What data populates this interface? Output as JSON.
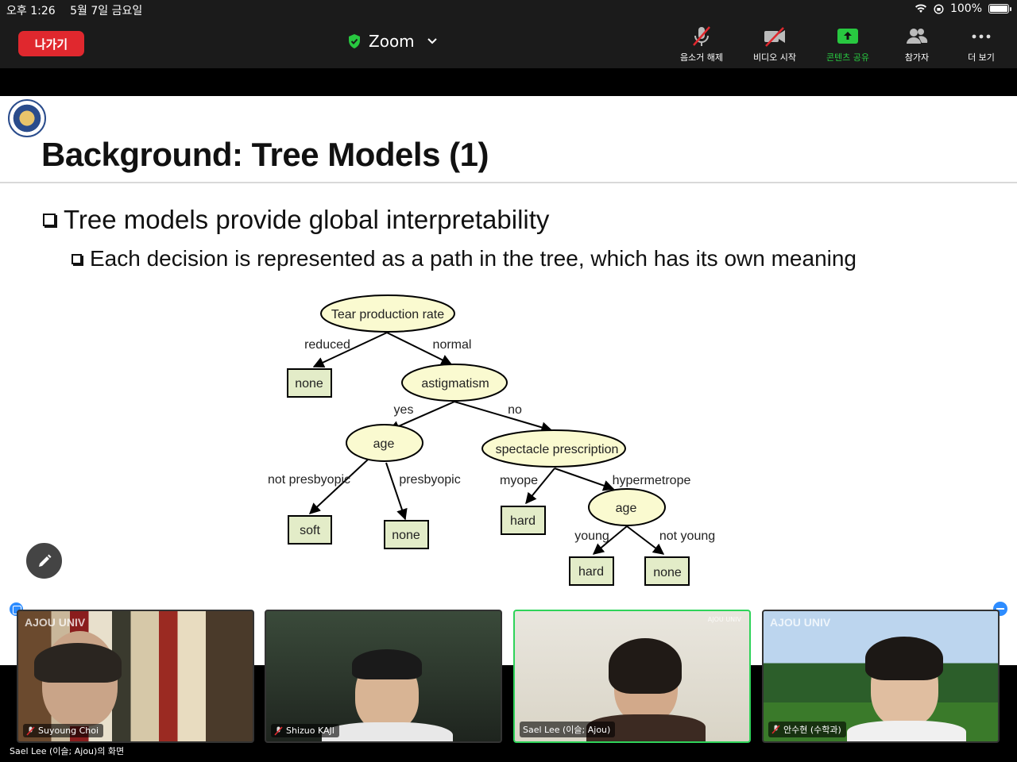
{
  "status_bar": {
    "time": "오후 1:26",
    "date": "5월 7일 금요일",
    "battery": "100%"
  },
  "toolbar": {
    "leave_label": "나가기",
    "meeting_title": "Zoom",
    "unmute_label": "음소거 해제",
    "start_video_label": "비디오 시작",
    "share_content_label": "콘텐츠 공유",
    "participants_label": "참가자",
    "more_label": "더 보기",
    "accent_color": "#e0282e",
    "share_color": "#28c840"
  },
  "slide": {
    "title": "Background: Tree Models (1)",
    "bullet1": "Tree models provide global interpretability",
    "bullet2": "Each decision is represented as a path in the tree, which has its own meaning",
    "tree": {
      "root": "Tear production rate",
      "edge_reduced": "reduced",
      "edge_normal": "normal",
      "leaf_none_1": "none",
      "node_astigmatism": "astigmatism",
      "edge_yes": "yes",
      "edge_no": "no",
      "node_age_1": "age",
      "node_spectacle": "spectacle prescription",
      "edge_not_presbyopic": "not presbyopic",
      "edge_presbyopic": "presbyopic",
      "edge_myope": "myope",
      "edge_hypermetrope": "hypermetrope",
      "leaf_soft": "soft",
      "leaf_none_2": "none",
      "leaf_hard_1": "hard",
      "node_age_2": "age",
      "edge_young": "young",
      "edge_not_young": "not young",
      "leaf_hard_2": "hard",
      "leaf_none_3": "none"
    }
  },
  "participants": [
    {
      "name": "Suyoung Choi",
      "muted": true,
      "watermark": "AJOU UNIV"
    },
    {
      "name": "Shizuo KAJI",
      "muted": true
    },
    {
      "name": "Sael Lee (이슬; Ajou)",
      "muted": false,
      "active_speaker": true,
      "watermark": "AJOU UNIV"
    },
    {
      "name": "안수현 (수학과)",
      "muted": true,
      "watermark": "AJOU UNIV"
    }
  ],
  "screen_share_label": "Sael Lee (이슬; Ajou)의 화면"
}
